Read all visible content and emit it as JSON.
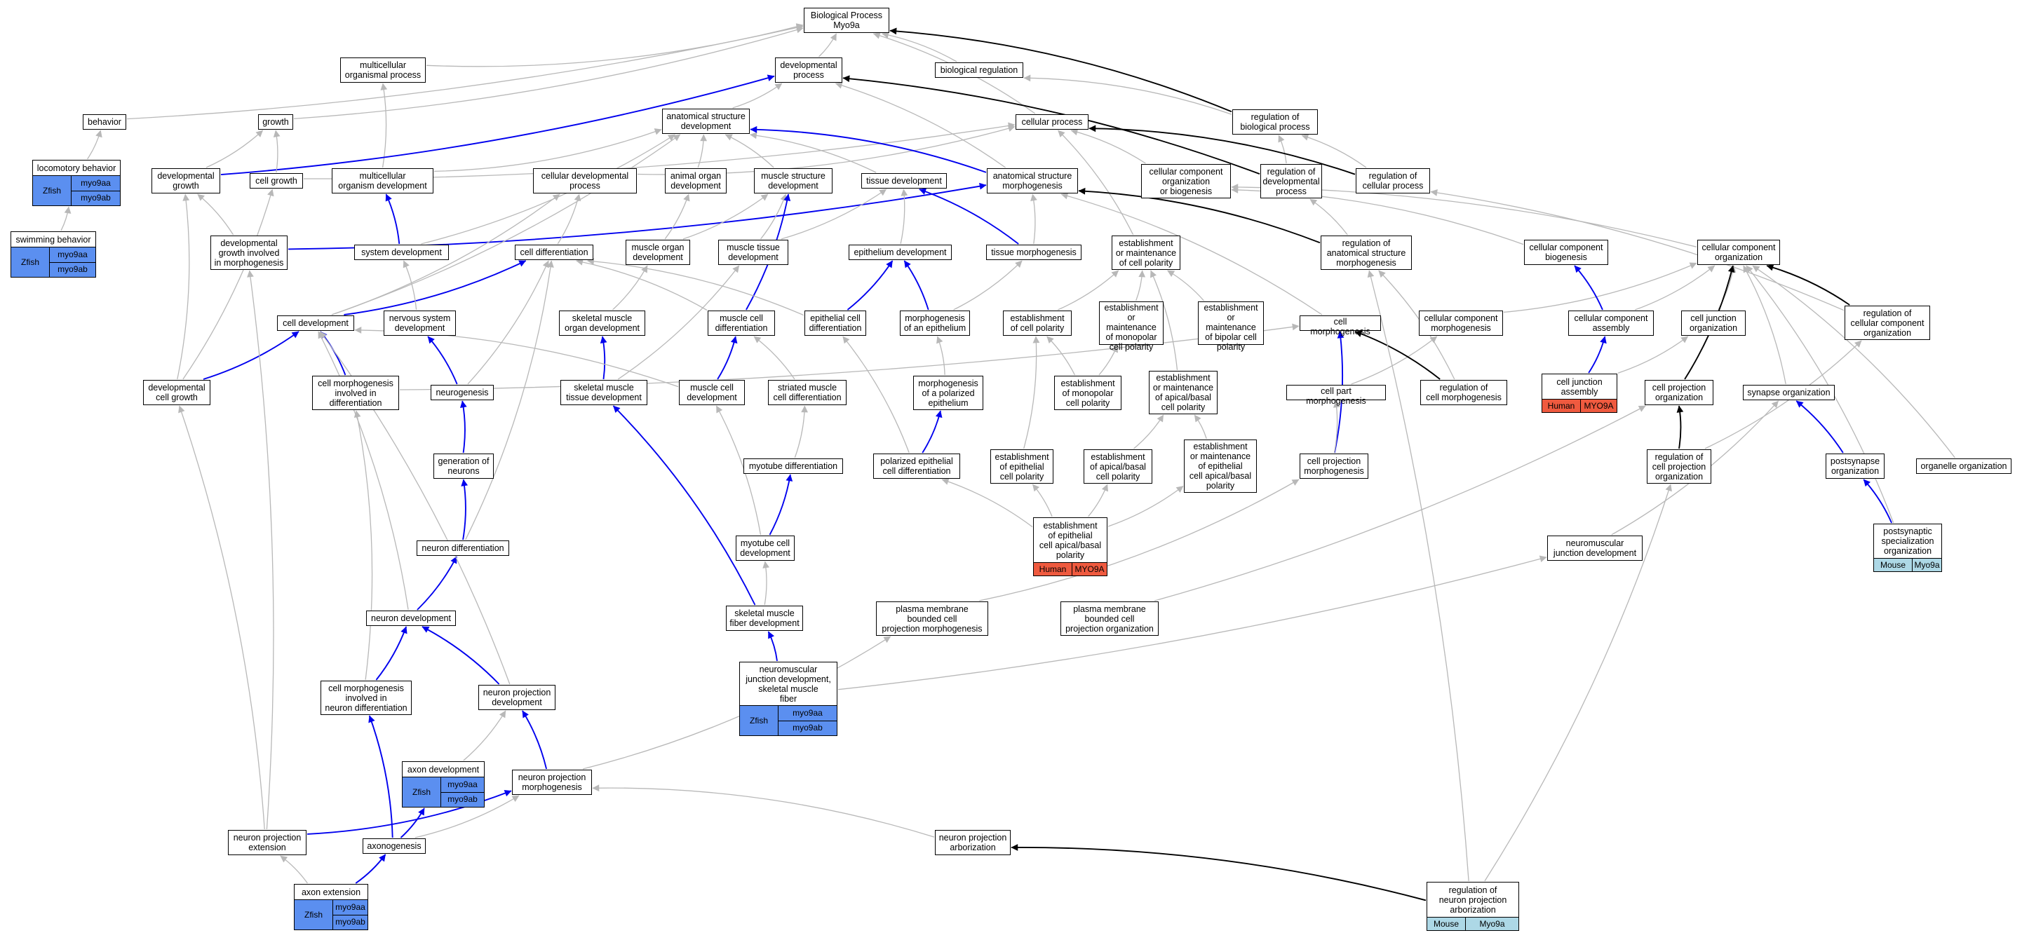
{
  "colors": {
    "is_a": "#b8b8b8",
    "positive_regulation": "#0000ee",
    "regulates": "#000000",
    "zfish": "#5b8ff0",
    "human": "#ef5a3f",
    "mouse": "#add8e6"
  },
  "nodes": [
    {
      "id": "bp",
      "label": "Biological Process\nMyo9a"
    },
    {
      "id": "multi_org",
      "label": "multicellular\norganismal process"
    },
    {
      "id": "dev_proc",
      "label": "developmental\nprocess"
    },
    {
      "id": "bio_reg",
      "label": "biological regulation"
    },
    {
      "id": "behavior",
      "label": "behavior"
    },
    {
      "id": "growth",
      "label": "growth"
    },
    {
      "id": "asd",
      "label": "anatomical structure\ndevelopment"
    },
    {
      "id": "cell_proc",
      "label": "cellular process"
    },
    {
      "id": "reg_bp",
      "label": "regulation of\nbiological process"
    },
    {
      "id": "loco",
      "label": "locomotory behavior",
      "ann": {
        "species": "Zfish",
        "genes": [
          "myo9aa",
          "myo9ab"
        ],
        "class": "zfish"
      }
    },
    {
      "id": "dev_growth",
      "label": "developmental\ngrowth"
    },
    {
      "id": "cell_growth",
      "label": "cell growth"
    },
    {
      "id": "multi_dev",
      "label": "multicellular\norganism development"
    },
    {
      "id": "cell_dev_proc",
      "label": "cellular developmental\nprocess"
    },
    {
      "id": "animal_organ",
      "label": "animal organ\ndevelopment"
    },
    {
      "id": "muscle_struct",
      "label": "muscle structure\ndevelopment"
    },
    {
      "id": "tissue_dev",
      "label": "tissue development"
    },
    {
      "id": "asm",
      "label": "anatomical structure\nmorphogenesis"
    },
    {
      "id": "ccob",
      "label": "cellular component\norganization\nor biogenesis"
    },
    {
      "id": "reg_dev_proc",
      "label": "regulation of\ndevelopmental\nprocess"
    },
    {
      "id": "reg_cell_proc",
      "label": "regulation of\ncellular process"
    },
    {
      "id": "swim",
      "label": "swimming behavior",
      "ann": {
        "species": "Zfish",
        "genes": [
          "myo9aa",
          "myo9ab"
        ],
        "class": "zfish"
      }
    },
    {
      "id": "dev_growth_morph",
      "label": "developmental\ngrowth involved\nin morphogenesis"
    },
    {
      "id": "sys_dev",
      "label": "system development"
    },
    {
      "id": "cell_diff",
      "label": "cell differentiation"
    },
    {
      "id": "muscle_organ",
      "label": "muscle organ\ndevelopment"
    },
    {
      "id": "muscle_tissue",
      "label": "muscle tissue\ndevelopment"
    },
    {
      "id": "epi_dev",
      "label": "epithelium development"
    },
    {
      "id": "tissue_morph",
      "label": "tissue morphogenesis"
    },
    {
      "id": "emcp",
      "label": "establishment\nor maintenance\nof cell polarity"
    },
    {
      "id": "reg_asm",
      "label": "regulation of\nanatomical structure\nmorphogenesis"
    },
    {
      "id": "cc_biogen",
      "label": "cellular component\nbiogenesis"
    },
    {
      "id": "cc_org",
      "label": "cellular component\norganization"
    },
    {
      "id": "cell_dev",
      "label": "cell development"
    },
    {
      "id": "nerv_sys",
      "label": "nervous system\ndevelopment"
    },
    {
      "id": "skel_organ",
      "label": "skeletal muscle\norgan development"
    },
    {
      "id": "muscle_cell_diff",
      "label": "muscle cell\ndifferentiation"
    },
    {
      "id": "epi_cell_diff",
      "label": "epithelial cell\ndifferentiation"
    },
    {
      "id": "morph_epi",
      "label": "morphogenesis\nof an epithelium"
    },
    {
      "id": "est_cell_pol",
      "label": "establishment\nof cell polarity"
    },
    {
      "id": "emmono",
      "label": "establishment\nor maintenance\nof monopolar\ncell polarity"
    },
    {
      "id": "embip",
      "label": "establishment\nor maintenance\nof bipolar cell\npolarity"
    },
    {
      "id": "cell_morph",
      "label": "cell morphogenesis"
    },
    {
      "id": "cc_morph",
      "label": "cellular component\nmorphogenesis"
    },
    {
      "id": "cc_assembly",
      "label": "cellular component\nassembly"
    },
    {
      "id": "cj_org",
      "label": "cell junction\norganization"
    },
    {
      "id": "reg_cco",
      "label": "regulation of\ncellular component\norganization"
    },
    {
      "id": "dev_cell_growth",
      "label": "developmental\ncell growth"
    },
    {
      "id": "cm_diff",
      "label": "cell morphogenesis\ninvolved in\ndifferentiation"
    },
    {
      "id": "neurogenesis",
      "label": "neurogenesis"
    },
    {
      "id": "skel_tissue",
      "label": "skeletal muscle\ntissue development"
    },
    {
      "id": "muscle_cell_dev",
      "label": "muscle cell\ndevelopment"
    },
    {
      "id": "striated",
      "label": "striated muscle\ncell differentiation"
    },
    {
      "id": "morph_pol_epi",
      "label": "morphogenesis\nof a polarized\nepithelium"
    },
    {
      "id": "est_mono",
      "label": "establishment\nof monopolar\ncell polarity"
    },
    {
      "id": "em_ab",
      "label": "establishment\nor maintenance\nof apical/basal\ncell polarity"
    },
    {
      "id": "cell_part_morph",
      "label": "cell part morphogenesis"
    },
    {
      "id": "reg_cell_morph",
      "label": "regulation of\ncell morphogenesis"
    },
    {
      "id": "cj_assembly",
      "label": "cell junction\nassembly",
      "ann": {
        "species": "Human",
        "genes": [
          "MYO9A"
        ],
        "class": "human"
      }
    },
    {
      "id": "cp_org",
      "label": "cell projection\norganization"
    },
    {
      "id": "syn_org",
      "label": "synapse organization"
    },
    {
      "id": "gen_neurons",
      "label": "generation of\nneurons"
    },
    {
      "id": "myotube_diff",
      "label": "myotube differentiation"
    },
    {
      "id": "pol_epi_diff",
      "label": "polarized epithelial\ncell differentiation"
    },
    {
      "id": "est_epi_pol",
      "label": "establishment\nof epithelial\ncell polarity"
    },
    {
      "id": "est_ab",
      "label": "establishment\nof apical/basal\ncell polarity"
    },
    {
      "id": "em_epi_ab",
      "label": "establishment\nor maintenance\nof epithelial\ncell apical/basal\npolarity"
    },
    {
      "id": "cp_morph",
      "label": "cell projection\nmorphogenesis"
    },
    {
      "id": "reg_cp_org",
      "label": "regulation of\ncell projection\norganization"
    },
    {
      "id": "postsyn",
      "label": "postsynapse\norganization"
    },
    {
      "id": "organelle",
      "label": "organelle organization"
    },
    {
      "id": "neuron_diff",
      "label": "neuron differentiation"
    },
    {
      "id": "myotube_cell",
      "label": "myotube cell\ndevelopment"
    },
    {
      "id": "est_epi_ab",
      "label": "establishment\nof epithelial\ncell apical/basal\npolarity",
      "ann": {
        "species": "Human",
        "genes": [
          "MYO9A"
        ],
        "class": "human"
      }
    },
    {
      "id": "nmj_dev",
      "label": "neuromuscular\njunction development"
    },
    {
      "id": "pss_org",
      "label": "postsynaptic\nspecialization\norganization",
      "ann": {
        "species": "Mouse",
        "genes": [
          "Myo9a"
        ],
        "class": "mouse"
      }
    },
    {
      "id": "neuron_dev",
      "label": "neuron development"
    },
    {
      "id": "skel_fiber",
      "label": "skeletal muscle\nfiber development"
    },
    {
      "id": "pmbcp_morph",
      "label": "plasma membrane\nbounded cell\nprojection morphogenesis"
    },
    {
      "id": "pmbcp_org",
      "label": "plasma membrane\nbounded cell\nprojection organization"
    },
    {
      "id": "cm_neuron",
      "label": "cell morphogenesis\ninvolved in\nneuron differentiation"
    },
    {
      "id": "np_dev",
      "label": "neuron projection\ndevelopment"
    },
    {
      "id": "nmj_skel",
      "label": "neuromuscular\njunction development,\nskeletal muscle\nfiber",
      "ann": {
        "species": "Zfish",
        "genes": [
          "myo9aa",
          "myo9ab"
        ],
        "class": "zfish"
      }
    },
    {
      "id": "axon_dev",
      "label": "axon development",
      "ann": {
        "species": "Zfish",
        "genes": [
          "myo9aa",
          "myo9ab"
        ],
        "class": "zfish"
      }
    },
    {
      "id": "np_morph",
      "label": "neuron projection\nmorphogenesis"
    },
    {
      "id": "np_ext",
      "label": "neuron projection\nextension"
    },
    {
      "id": "axonogenesis",
      "label": "axonogenesis"
    },
    {
      "id": "np_arbor",
      "label": "neuron projection\narborization"
    },
    {
      "id": "axon_ext",
      "label": "axon extension",
      "ann": {
        "species": "Zfish",
        "genes": [
          "myo9aa",
          "myo9ab"
        ],
        "class": "zfish"
      }
    },
    {
      "id": "reg_np_arbor",
      "label": "regulation of\nneuron projection\narborization",
      "ann": {
        "species": "Mouse",
        "genes": [
          "Myo9a"
        ],
        "class": "mouse"
      }
    }
  ],
  "edges": [
    [
      "multi_org",
      "bp",
      "is_a"
    ],
    [
      "dev_proc",
      "bp",
      "is_a"
    ],
    [
      "bio_reg",
      "bp",
      "is_a"
    ],
    [
      "cell_proc",
      "bp",
      "is_a"
    ],
    [
      "behavior",
      "bp",
      "is_a"
    ],
    [
      "growth",
      "bp",
      "is_a"
    ],
    [
      "reg_bp",
      "bp",
      "regulates"
    ],
    [
      "reg_bp",
      "bio_reg",
      "is_a"
    ],
    [
      "asd",
      "dev_proc",
      "is_a"
    ],
    [
      "multi_dev",
      "multi_org",
      "is_a"
    ],
    [
      "dev_growth",
      "dev_proc",
      "positive_regulation"
    ],
    [
      "reg_dev_proc",
      "dev_proc",
      "regulates"
    ],
    [
      "reg_dev_proc",
      "reg_bp",
      "is_a"
    ],
    [
      "reg_cell_proc",
      "cell_proc",
      "regulates"
    ],
    [
      "reg_cell_proc",
      "reg_bp",
      "is_a"
    ],
    [
      "loco",
      "behavior",
      "is_a"
    ],
    [
      "swim",
      "loco",
      "is_a"
    ],
    [
      "dev_growth",
      "growth",
      "is_a"
    ],
    [
      "cell_growth",
      "growth",
      "is_a"
    ],
    [
      "cell_growth",
      "cell_proc",
      "is_a"
    ],
    [
      "multi_dev",
      "asd",
      "is_a"
    ],
    [
      "cell_dev_proc",
      "cell_proc",
      "is_a"
    ],
    [
      "animal_organ",
      "asd",
      "is_a"
    ],
    [
      "muscle_struct",
      "asd",
      "is_a"
    ],
    [
      "tissue_dev",
      "asd",
      "is_a"
    ],
    [
      "asm",
      "asd",
      "positive_regulation"
    ],
    [
      "asm",
      "dev_proc",
      "is_a"
    ],
    [
      "ccob",
      "cell_proc",
      "is_a"
    ],
    [
      "dev_growth_morph",
      "dev_growth",
      "is_a"
    ],
    [
      "dev_growth_morph",
      "asm",
      "positive_regulation"
    ],
    [
      "sys_dev",
      "multi_dev",
      "positive_regulation"
    ],
    [
      "sys_dev",
      "asd",
      "is_a"
    ],
    [
      "cell_diff",
      "cell_dev_proc",
      "is_a"
    ],
    [
      "muscle_organ",
      "animal_organ",
      "is_a"
    ],
    [
      "muscle_organ",
      "muscle_struct",
      "is_a"
    ],
    [
      "muscle_tissue",
      "tissue_dev",
      "is_a"
    ],
    [
      "muscle_tissue",
      "muscle_struct",
      "is_a"
    ],
    [
      "epi_dev",
      "tissue_dev",
      "is_a"
    ],
    [
      "tissue_morph",
      "tissue_dev",
      "positive_regulation"
    ],
    [
      "tissue_morph",
      "asm",
      "is_a"
    ],
    [
      "emcp",
      "cell_proc",
      "is_a"
    ],
    [
      "reg_asm",
      "asm",
      "regulates"
    ],
    [
      "reg_asm",
      "reg_dev_proc",
      "is_a"
    ],
    [
      "cc_biogen",
      "ccob",
      "is_a"
    ],
    [
      "cc_org",
      "ccob",
      "is_a"
    ],
    [
      "cell_dev",
      "cell_diff",
      "positive_regulation"
    ],
    [
      "cell_dev",
      "cell_dev_proc",
      "is_a"
    ],
    [
      "cell_dev",
      "asd",
      "is_a"
    ],
    [
      "nerv_sys",
      "sys_dev",
      "is_a"
    ],
    [
      "skel_organ",
      "muscle_organ",
      "is_a"
    ],
    [
      "muscle_cell_diff",
      "cell_diff",
      "is_a"
    ],
    [
      "muscle_cell_diff",
      "muscle_struct",
      "positive_regulation"
    ],
    [
      "epi_cell_diff",
      "cell_diff",
      "is_a"
    ],
    [
      "epi_cell_diff",
      "epi_dev",
      "positive_regulation"
    ],
    [
      "morph_epi",
      "epi_dev",
      "positive_regulation"
    ],
    [
      "morph_epi",
      "tissue_morph",
      "is_a"
    ],
    [
      "est_cell_pol",
      "emcp",
      "is_a"
    ],
    [
      "emmono",
      "emcp",
      "is_a"
    ],
    [
      "embip",
      "emcp",
      "is_a"
    ],
    [
      "cell_morph",
      "asm",
      "is_a"
    ],
    [
      "cc_morph",
      "cc_org",
      "is_a"
    ],
    [
      "cc_assembly",
      "cc_biogen",
      "positive_regulation"
    ],
    [
      "cc_assembly",
      "cc_org",
      "is_a"
    ],
    [
      "cj_org",
      "cc_org",
      "is_a"
    ],
    [
      "reg_cco",
      "cc_org",
      "regulates"
    ],
    [
      "reg_cco",
      "reg_cell_proc",
      "is_a"
    ],
    [
      "dev_cell_growth",
      "cell_dev",
      "positive_regulation"
    ],
    [
      "dev_cell_growth",
      "dev_growth",
      "is_a"
    ],
    [
      "dev_cell_growth",
      "cell_growth",
      "is_a"
    ],
    [
      "cm_diff",
      "cell_dev",
      "positive_regulation"
    ],
    [
      "cm_diff",
      "cell_morph",
      "is_a"
    ],
    [
      "neurogenesis",
      "nerv_sys",
      "positive_regulation"
    ],
    [
      "neurogenesis",
      "cell_diff",
      "is_a"
    ],
    [
      "skel_tissue",
      "skel_organ",
      "positive_regulation"
    ],
    [
      "skel_tissue",
      "muscle_tissue",
      "is_a"
    ],
    [
      "muscle_cell_dev",
      "muscle_cell_diff",
      "positive_regulation"
    ],
    [
      "muscle_cell_dev",
      "cell_dev",
      "is_a"
    ],
    [
      "striated",
      "muscle_cell_diff",
      "is_a"
    ],
    [
      "morph_pol_epi",
      "morph_epi",
      "is_a"
    ],
    [
      "est_mono",
      "emmono",
      "is_a"
    ],
    [
      "est_mono",
      "est_cell_pol",
      "is_a"
    ],
    [
      "em_ab",
      "emcp",
      "is_a"
    ],
    [
      "cell_part_morph",
      "cc_morph",
      "is_a"
    ],
    [
      "reg_cell_morph",
      "cell_morph",
      "regulates"
    ],
    [
      "reg_cell_morph",
      "reg_asm",
      "is_a"
    ],
    [
      "cj_assembly",
      "cj_org",
      "is_a"
    ],
    [
      "cj_assembly",
      "cc_assembly",
      "positive_regulation"
    ],
    [
      "cp_org",
      "cc_org",
      "regulates"
    ],
    [
      "syn_org",
      "cc_org",
      "is_a"
    ],
    [
      "gen_neurons",
      "neurogenesis",
      "positive_regulation"
    ],
    [
      "myotube_diff",
      "striated",
      "is_a"
    ],
    [
      "pol_epi_diff",
      "morph_pol_epi",
      "positive_regulation"
    ],
    [
      "pol_epi_diff",
      "epi_cell_diff",
      "is_a"
    ],
    [
      "est_epi_pol",
      "est_cell_pol",
      "is_a"
    ],
    [
      "est_ab",
      "em_ab",
      "is_a"
    ],
    [
      "em_epi_ab",
      "em_ab",
      "is_a"
    ],
    [
      "cp_morph",
      "cell_morph",
      "positive_regulation"
    ],
    [
      "cp_morph",
      "cell_part_morph",
      "is_a"
    ],
    [
      "reg_cp_org",
      "cp_org",
      "regulates"
    ],
    [
      "reg_cp_org",
      "reg_cco",
      "is_a"
    ],
    [
      "postsyn",
      "syn_org",
      "positive_regulation"
    ],
    [
      "organelle",
      "cc_org",
      "is_a"
    ],
    [
      "neuron_diff",
      "gen_neurons",
      "positive_regulation"
    ],
    [
      "neuron_diff",
      "cell_diff",
      "is_a"
    ],
    [
      "myotube_cell",
      "myotube_diff",
      "positive_regulation"
    ],
    [
      "myotube_cell",
      "muscle_cell_dev",
      "is_a"
    ],
    [
      "est_epi_ab",
      "est_epi_pol",
      "is_a"
    ],
    [
      "est_epi_ab",
      "est_ab",
      "is_a"
    ],
    [
      "est_epi_ab",
      "em_epi_ab",
      "is_a"
    ],
    [
      "est_epi_ab",
      "pol_epi_diff",
      "is_a"
    ],
    [
      "nmj_dev",
      "syn_org",
      "is_a"
    ],
    [
      "pss_org",
      "postsyn",
      "positive_regulation"
    ],
    [
      "pss_org",
      "cc_org",
      "is_a"
    ],
    [
      "neuron_dev",
      "neuron_diff",
      "positive_regulation"
    ],
    [
      "neuron_dev",
      "cell_dev",
      "is_a"
    ],
    [
      "skel_fiber",
      "skel_tissue",
      "positive_regulation"
    ],
    [
      "skel_fiber",
      "myotube_cell",
      "is_a"
    ],
    [
      "pmbcp_morph",
      "cp_morph",
      "is_a"
    ],
    [
      "pmbcp_org",
      "cp_org",
      "is_a"
    ],
    [
      "cm_neuron",
      "neuron_dev",
      "positive_regulation"
    ],
    [
      "cm_neuron",
      "cm_diff",
      "is_a"
    ],
    [
      "np_dev",
      "neuron_dev",
      "positive_regulation"
    ],
    [
      "np_dev",
      "cell_dev",
      "is_a"
    ],
    [
      "nmj_skel",
      "skel_fiber",
      "positive_regulation"
    ],
    [
      "nmj_skel",
      "nmj_dev",
      "is_a"
    ],
    [
      "axon_dev",
      "np_dev",
      "is_a"
    ],
    [
      "np_morph",
      "np_dev",
      "positive_regulation"
    ],
    [
      "np_morph",
      "pmbcp_morph",
      "is_a"
    ],
    [
      "np_ext",
      "np_morph",
      "positive_regulation"
    ],
    [
      "np_ext",
      "dev_cell_growth",
      "is_a"
    ],
    [
      "np_ext",
      "dev_growth_morph",
      "is_a"
    ],
    [
      "axonogenesis",
      "cm_neuron",
      "positive_regulation"
    ],
    [
      "axonogenesis",
      "axon_dev",
      "positive_regulation"
    ],
    [
      "axonogenesis",
      "np_morph",
      "is_a"
    ],
    [
      "np_arbor",
      "np_morph",
      "is_a"
    ],
    [
      "axon_ext",
      "axonogenesis",
      "positive_regulation"
    ],
    [
      "axon_ext",
      "np_ext",
      "is_a"
    ],
    [
      "reg_np_arbor",
      "np_arbor",
      "regulates"
    ],
    [
      "reg_np_arbor",
      "reg_asm",
      "is_a"
    ],
    [
      "reg_np_arbor",
      "reg_cp_org",
      "is_a"
    ]
  ]
}
